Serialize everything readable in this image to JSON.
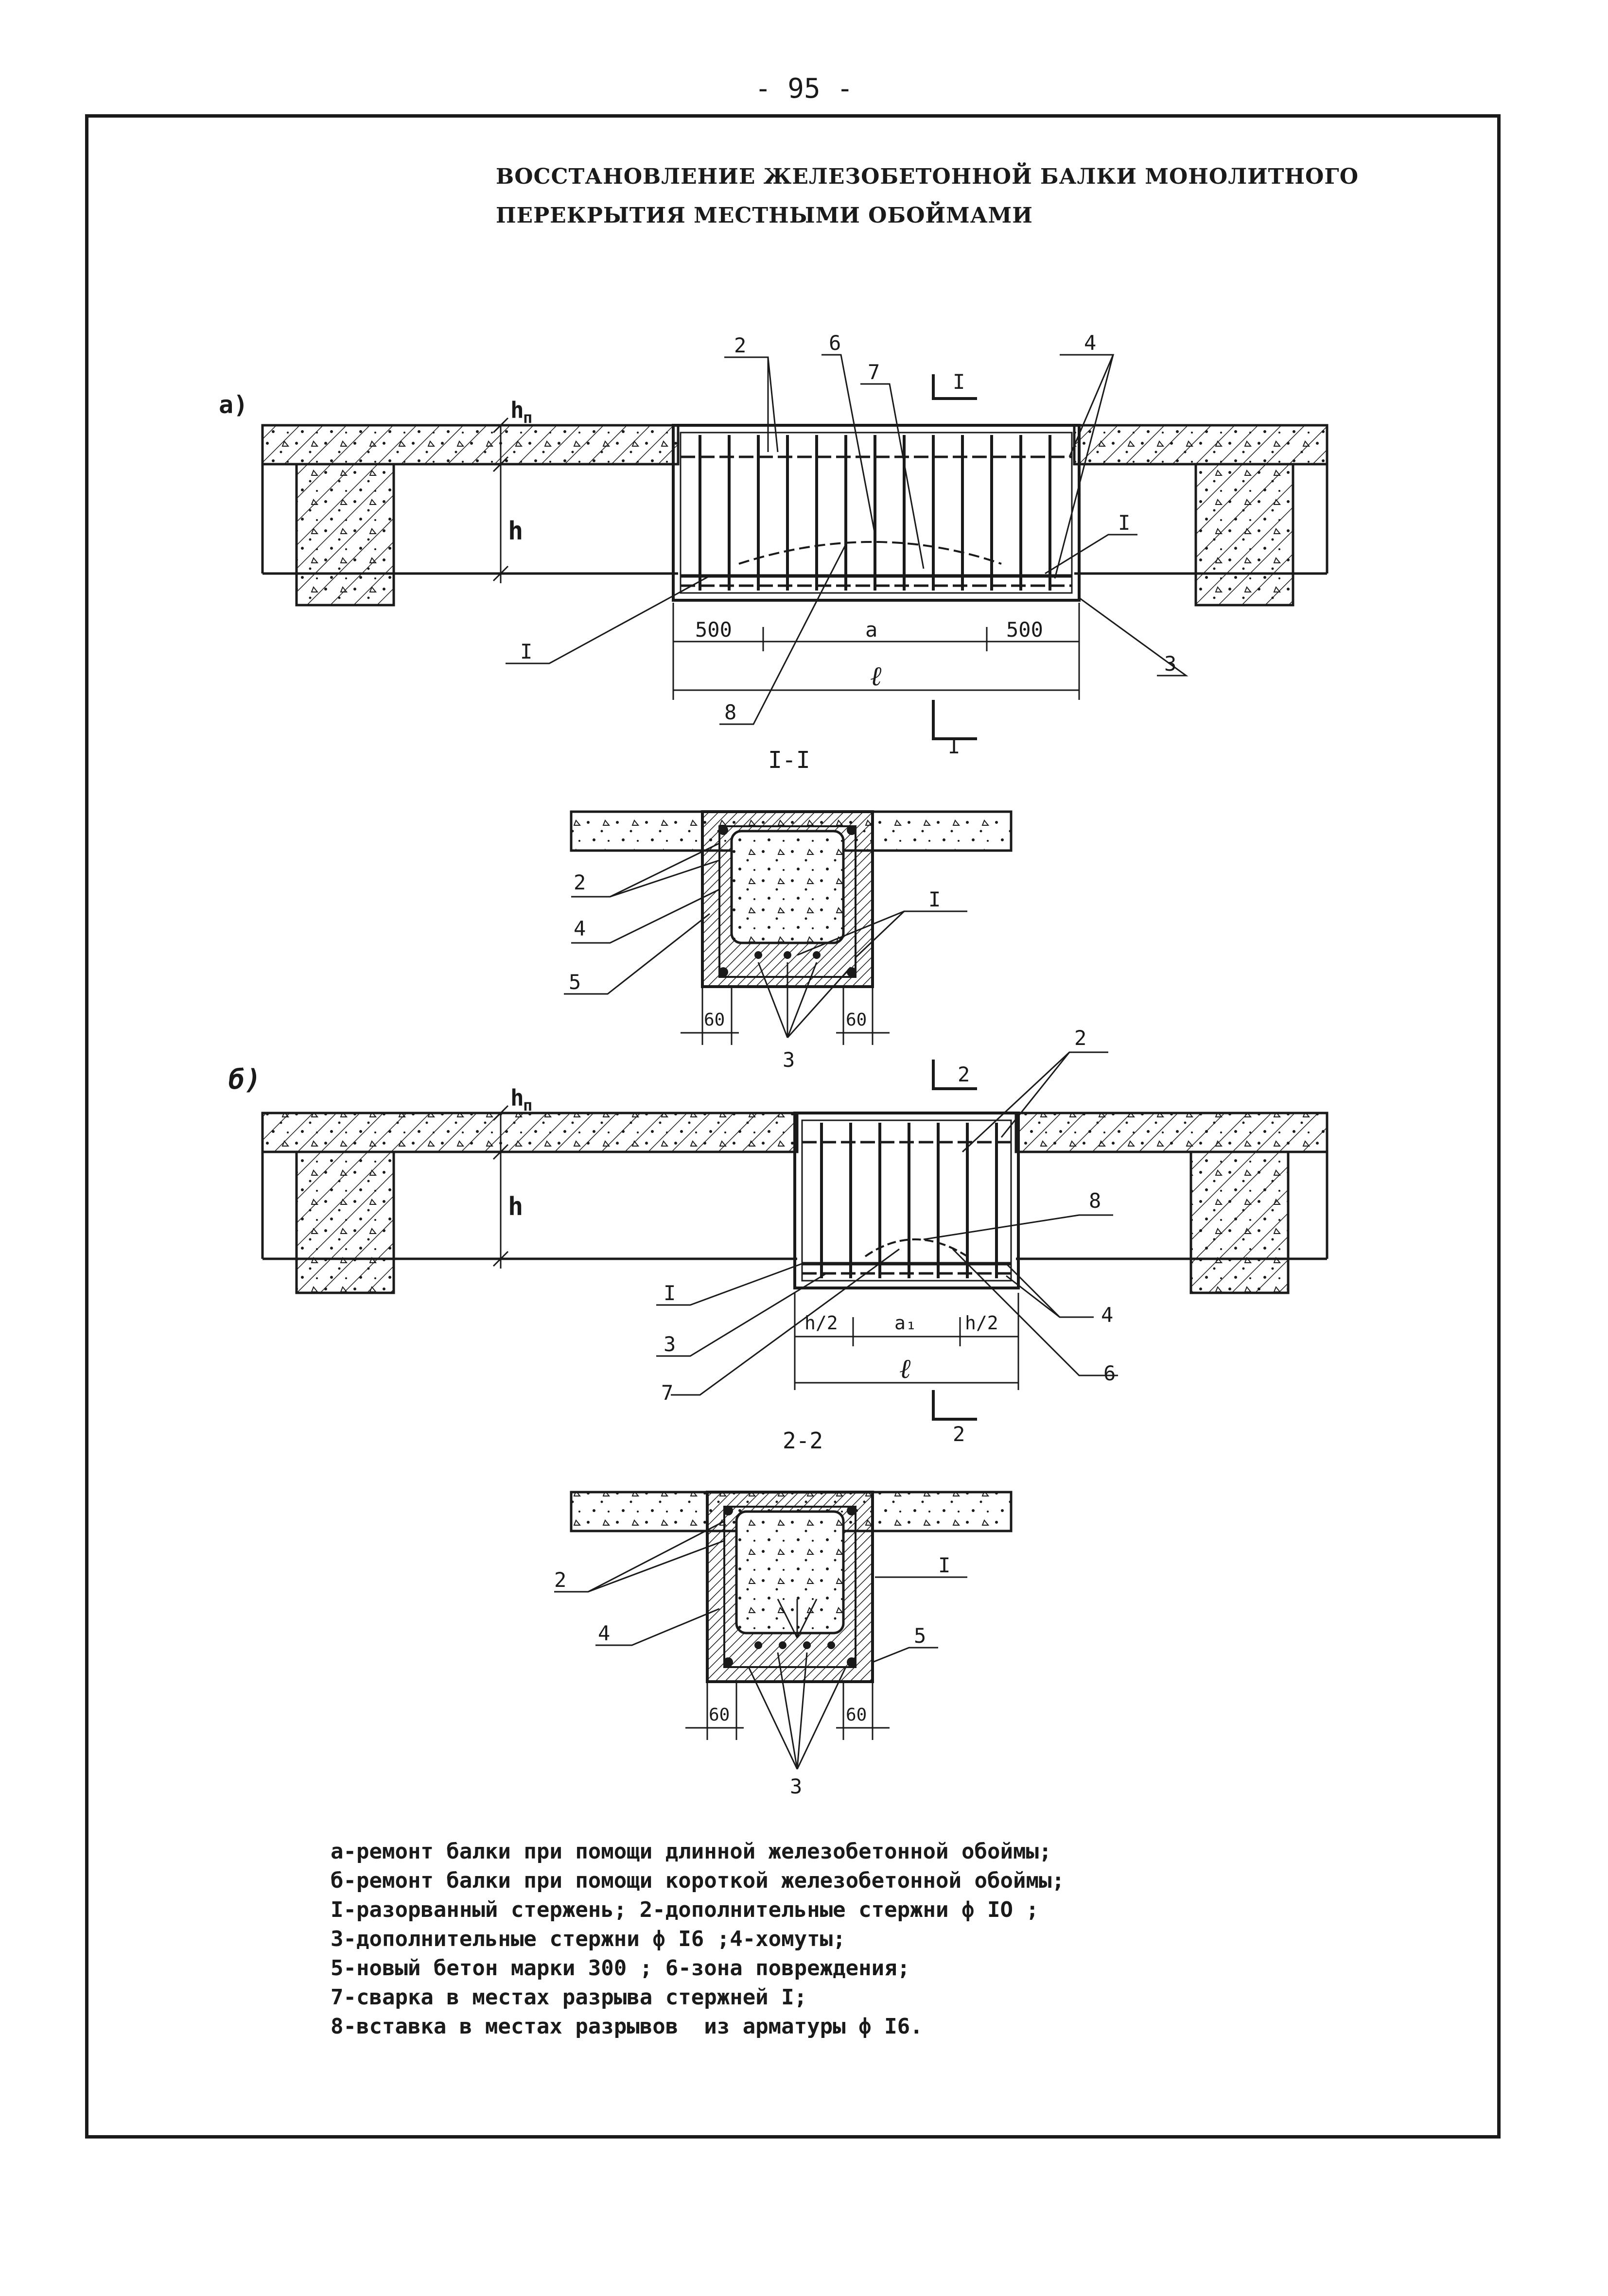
{
  "page_number": "- 95 -",
  "title": {
    "line1": "ВОССТАНОВЛЕНИЕ ЖЕЛЕЗОБЕТОННОЙ БАЛКИ МОНОЛИТНОГО",
    "line2": "ПЕРЕКРЫТИЯ МЕСТНЫМИ ОБОЙМАМИ"
  },
  "figure_a": {
    "label": "а)",
    "dim_hn": "h",
    "dim_hn_sub": "п",
    "dim_h": "h",
    "dim_500_left": "500",
    "dim_a": "а",
    "dim_500_right": "500",
    "dim_l": "ℓ",
    "section_mark": "I",
    "callouts": [
      "2",
      "6",
      "7",
      "4",
      "I",
      "I",
      "3",
      "8"
    ]
  },
  "section_1": {
    "label": "I-I",
    "callouts": [
      "2",
      "4",
      "5",
      "I",
      "3"
    ],
    "dim_left": "60",
    "dim_right": "60"
  },
  "figure_b": {
    "label": "б)",
    "dim_hn": "h",
    "dim_hn_sub": "п",
    "dim_h": "h",
    "dim_h2_left": "h/2",
    "dim_a1": "а₁",
    "dim_h2_right": "h/2",
    "dim_l": "ℓ",
    "section_mark": "2",
    "callouts": [
      "2",
      "8",
      "I",
      "3",
      "7",
      "4",
      "6"
    ]
  },
  "section_2": {
    "label": "2-2",
    "callouts": [
      "2",
      "4",
      "I",
      "5",
      "3"
    ],
    "dim_left": "60",
    "dim_right": "60"
  },
  "legend": [
    "а-ремонт балки при помощи длинной железобетонной обоймы;",
    "б-ремонт балки при помощи короткой железобетонной обоймы;",
    "I-разорванный стержень; 2-дополнительные стержни ф IO ;",
    "3-дополнительные стержни ф I6 ;4-хомуты;",
    "5-новый бетон марки 300 ; 6-зона повреждения;",
    "7-сварка в местах разрыва стержней I;",
    "8-вставка в местах разрывов  из арматуры ф I6."
  ]
}
